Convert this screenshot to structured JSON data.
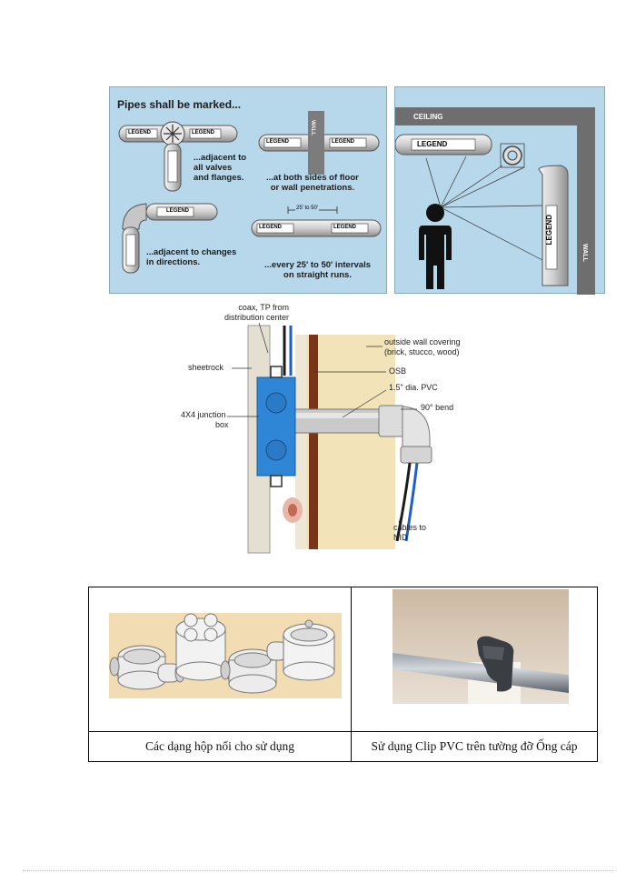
{
  "pipe_marking": {
    "title": "Pipes shall be marked...",
    "legend": "LEGEND",
    "wall": "WALL",
    "ceiling": "CEILING",
    "captions": {
      "valves": [
        "...adjacent to",
        "all valves",
        "and flanges."
      ],
      "penetrations": [
        "...at both sides of floor",
        "or wall penetrations."
      ],
      "changes": [
        "...adjacent to changes",
        "in directions."
      ],
      "intervals": [
        "...every 25' to 50' intervals",
        "on straight runs."
      ]
    },
    "interval_marker": "25' to 50'"
  },
  "wall_diagram": {
    "labels": {
      "coax": [
        "coax, TP from",
        "distribution center"
      ],
      "sheetrock": "sheetrock",
      "junction": [
        "4X4 junction",
        "box"
      ],
      "outside": [
        "outside wall covering",
        "(brick, stucco, wood)"
      ],
      "osb": "OSB",
      "pvc": "1.5\" dia. PVC",
      "bend": "90° bend",
      "cables": [
        "cables to",
        "NID"
      ]
    }
  },
  "photos_table": {
    "captions": [
      "Các dạng hộp nối cho sử dụng",
      "Sử dụng Clip PVC trên tường đỡ Ống cáp"
    ]
  },
  "colors": {
    "panel_bg": "#b7d7ea",
    "junction_box": "#2f86d6",
    "wood": "#f3e3b8"
  }
}
